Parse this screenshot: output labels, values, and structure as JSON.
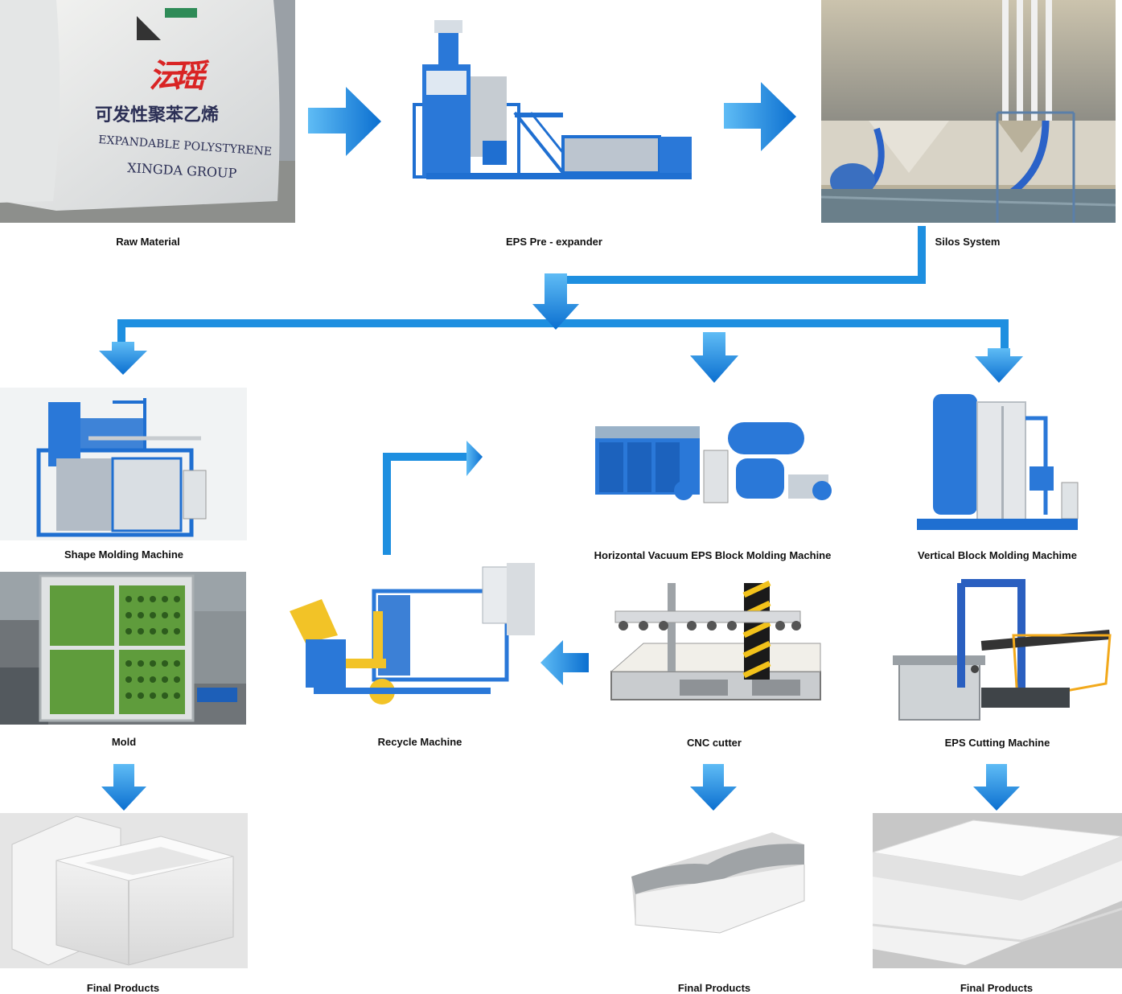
{
  "nodes": {
    "raw_material": "Raw Material",
    "pre_expander": "EPS Pre - expander",
    "silos": "Silos  System",
    "shape_molding": "Shape Molding Machine",
    "horizontal_block": "Horizontal Vacuum EPS Block Molding Machine",
    "vertical_block": "Vertical Block Molding Machime",
    "mold": "Mold",
    "recycle": "Recycle Machine",
    "cnc": "CNC cutter",
    "eps_cutting": "EPS Cutting Machine",
    "final_1": "Final Products",
    "final_2": "Final Products",
    "final_3": "Final Products"
  },
  "bag_print": {
    "cn_name": "可发性聚苯乙烯",
    "en_name": "EXPANDABLE POLYSTYRENE",
    "brand": "XINGDA GROUP"
  },
  "colors": {
    "arrow": "#1e8fe0",
    "arrow_dark": "#0b63b5",
    "machine_blue": "#1f6fd1"
  }
}
